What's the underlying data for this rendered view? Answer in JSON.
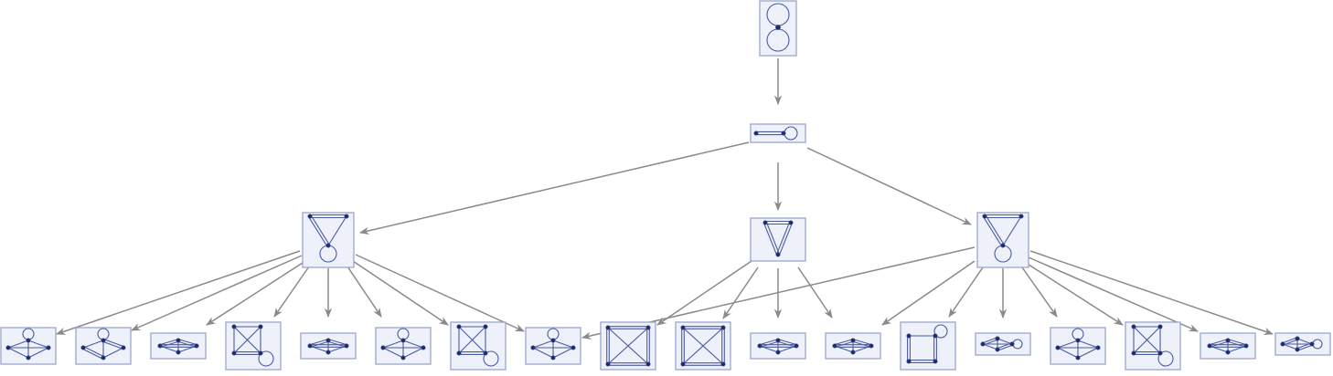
{
  "colors": {
    "arrow": "#8a8a8a",
    "node_fill": "#eef1fa",
    "node_stroke": "#9aa6cc",
    "graph_edge": "#4a5ba0",
    "graph_vertex": "#1e2b66"
  },
  "nodes": [
    {
      "id": "root",
      "level": 0,
      "graph": "two-loops-one-vertex"
    },
    {
      "id": "l1",
      "level": 1,
      "graph": "double-edge-with-loop"
    },
    {
      "id": "l2a",
      "level": 2,
      "graph": "triangle-double-edge-loop"
    },
    {
      "id": "l2b",
      "level": 2,
      "graph": "triangle-double-edges"
    },
    {
      "id": "l2c",
      "level": 2,
      "graph": "triangle-double-edge-loop"
    },
    {
      "id": "l3_01",
      "level": 3,
      "graph": "diamond-with-loop"
    },
    {
      "id": "l3_02",
      "level": 3,
      "graph": "diamond-with-loop-double"
    },
    {
      "id": "l3_03",
      "level": 3,
      "graph": "diamond-double-edges"
    },
    {
      "id": "l3_04",
      "level": 3,
      "graph": "complete-four-with-loop"
    },
    {
      "id": "l3_05",
      "level": 3,
      "graph": "diamond-double-edges"
    },
    {
      "id": "l3_06",
      "level": 3,
      "graph": "diamond-with-loop"
    },
    {
      "id": "l3_07",
      "level": 3,
      "graph": "complete-four-with-loop"
    },
    {
      "id": "l3_08",
      "level": 3,
      "graph": "diamond-with-loop"
    },
    {
      "id": "l3_09",
      "level": 3,
      "graph": "complete-four-double"
    },
    {
      "id": "l3_10",
      "level": 3,
      "graph": "complete-four-double"
    },
    {
      "id": "l3_11",
      "level": 3,
      "graph": "diamond-double-edges"
    },
    {
      "id": "l3_12",
      "level": 3,
      "graph": "diamond-double-edges"
    },
    {
      "id": "l3_13",
      "level": 3,
      "graph": "square-double-with-loop"
    },
    {
      "id": "l3_14",
      "level": 3,
      "graph": "diamond-with-side-loop"
    },
    {
      "id": "l3_15",
      "level": 3,
      "graph": "diamond-with-loop"
    },
    {
      "id": "l3_16",
      "level": 3,
      "graph": "complete-four-with-loop"
    },
    {
      "id": "l3_17",
      "level": 3,
      "graph": "diamond-double-edges"
    },
    {
      "id": "l3_18",
      "level": 3,
      "graph": "diamond-with-side-loop"
    }
  ],
  "edges": [
    {
      "from": "root",
      "to": "l1"
    },
    {
      "from": "l1",
      "to": "l2a"
    },
    {
      "from": "l1",
      "to": "l2b"
    },
    {
      "from": "l1",
      "to": "l2c"
    },
    {
      "from": "l2a",
      "to": "l3_01"
    },
    {
      "from": "l2a",
      "to": "l3_02"
    },
    {
      "from": "l2a",
      "to": "l3_03"
    },
    {
      "from": "l2a",
      "to": "l3_04"
    },
    {
      "from": "l2a",
      "to": "l3_05"
    },
    {
      "from": "l2a",
      "to": "l3_06"
    },
    {
      "from": "l2a",
      "to": "l3_07"
    },
    {
      "from": "l2a",
      "to": "l3_08"
    },
    {
      "from": "l2b",
      "to": "l3_09"
    },
    {
      "from": "l2b",
      "to": "l3_10"
    },
    {
      "from": "l2b",
      "to": "l3_11"
    },
    {
      "from": "l2b",
      "to": "l3_12"
    },
    {
      "from": "l2c",
      "to": "l3_08"
    },
    {
      "from": "l2c",
      "to": "l3_12"
    },
    {
      "from": "l2c",
      "to": "l3_13"
    },
    {
      "from": "l2c",
      "to": "l3_14"
    },
    {
      "from": "l2c",
      "to": "l3_15"
    },
    {
      "from": "l2c",
      "to": "l3_16"
    },
    {
      "from": "l2c",
      "to": "l3_17"
    },
    {
      "from": "l2c",
      "to": "l3_18"
    }
  ]
}
